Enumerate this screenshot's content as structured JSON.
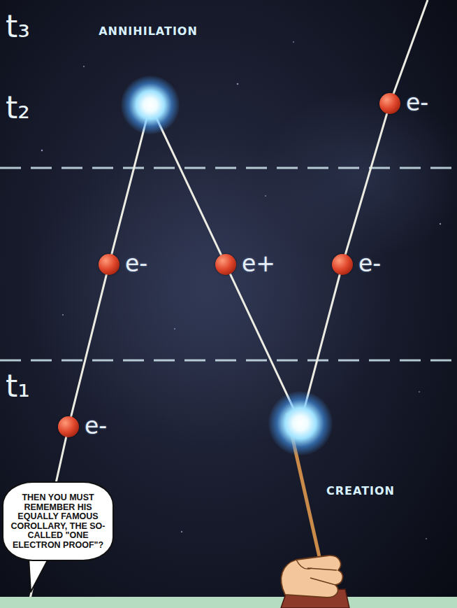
{
  "diagram": {
    "nodes": [
      {
        "text": [
          "ANNIHILATION"
        ]
      },
      {
        "text": [
          "e-"
        ]
      },
      {
        "text": [
          "e-"
        ]
      },
      {
        "text": [
          "e+"
        ]
      },
      {
        "text": [
          "e-"
        ]
      },
      {
        "text": [
          "e-"
        ]
      },
      {
        "text": [
          "CREATION"
        ]
      },
      {
        "text": [
          "THEN YOU MUST REMEMBER HIS EQUALLY FAMOUS COROLLARY, THE SO-CALLED \"ONE ELECTRON PROOF\"?"
        ]
      }
    ],
    "edges": [
      {
        "from": 5,
        "to": 2,
        "arrow": "none"
      },
      {
        "from": 2,
        "to": 0,
        "arrow": "none"
      },
      {
        "from": 6,
        "to": 3,
        "arrow": "none"
      },
      {
        "from": 3,
        "to": 0,
        "arrow": "none"
      },
      {
        "from": 6,
        "to": 4,
        "arrow": "none"
      },
      {
        "from": 4,
        "to": 1,
        "arrow": "none"
      }
    ],
    "labels": [
      "t₃",
      "t₂",
      "t₁"
    ]
  }
}
